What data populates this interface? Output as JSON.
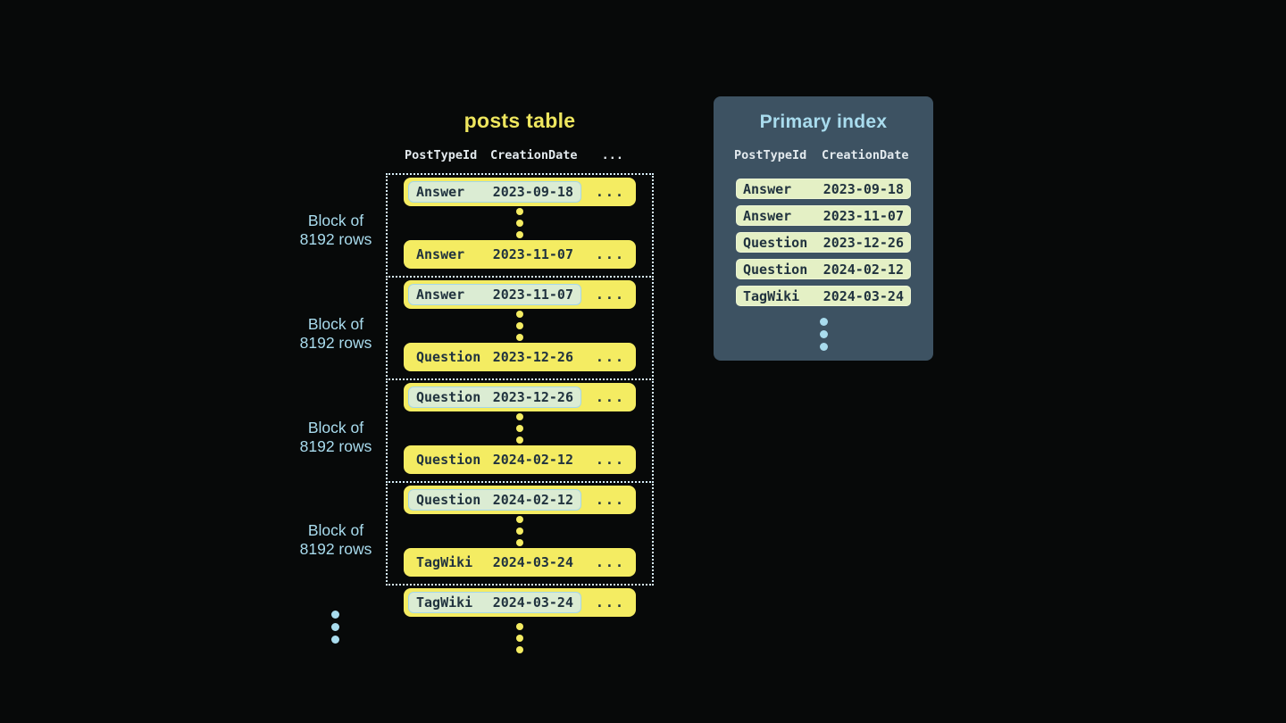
{
  "colors": {
    "bg": "#070909",
    "row_yellow": "#f4ec62",
    "title_yellow": "#eee65e",
    "highlight_green": "#dbecd3",
    "highlight_border": "#a5d7e8",
    "dark_text": "#21333f",
    "panel_bg": "#3d5262",
    "index_row_green": "#e4f0c5",
    "light_blue": "#a9dcee",
    "header_text": "#e3eaee",
    "dotted_border": "#d6edf8"
  },
  "posts_table": {
    "title": "posts table",
    "columns": [
      "PostTypeId",
      "CreationDate",
      "..."
    ],
    "ellipsis": "...",
    "block_label_line1": "Block of",
    "block_label_line2": "8192 rows",
    "blocks": [
      {
        "first_row": {
          "post_type": "Answer",
          "date": "2023-09-18",
          "highlighted": true
        },
        "last_row": {
          "post_type": "Answer",
          "date": "2023-11-07",
          "highlighted": false
        }
      },
      {
        "first_row": {
          "post_type": "Answer",
          "date": "2023-11-07",
          "highlighted": true
        },
        "last_row": {
          "post_type": "Question",
          "date": "2023-12-26",
          "highlighted": false
        }
      },
      {
        "first_row": {
          "post_type": "Question",
          "date": "2023-12-26",
          "highlighted": true
        },
        "last_row": {
          "post_type": "Question",
          "date": "2024-02-12",
          "highlighted": false
        }
      },
      {
        "first_row": {
          "post_type": "Question",
          "date": "2024-02-12",
          "highlighted": true
        },
        "last_row": {
          "post_type": "TagWiki",
          "date": "2024-03-24",
          "highlighted": false
        }
      }
    ],
    "overflow_row": {
      "post_type": "TagWiki",
      "date": "2024-03-24",
      "highlighted": true
    }
  },
  "primary_index": {
    "title": "Primary index",
    "columns": [
      "PostTypeId",
      "CreationDate"
    ],
    "rows": [
      {
        "post_type": "Answer",
        "date": "2023-09-18"
      },
      {
        "post_type": "Answer",
        "date": "2023-11-07"
      },
      {
        "post_type": "Question",
        "date": "2023-12-26"
      },
      {
        "post_type": "Question",
        "date": "2024-02-12"
      },
      {
        "post_type": "TagWiki",
        "date": "2024-03-24"
      }
    ]
  }
}
